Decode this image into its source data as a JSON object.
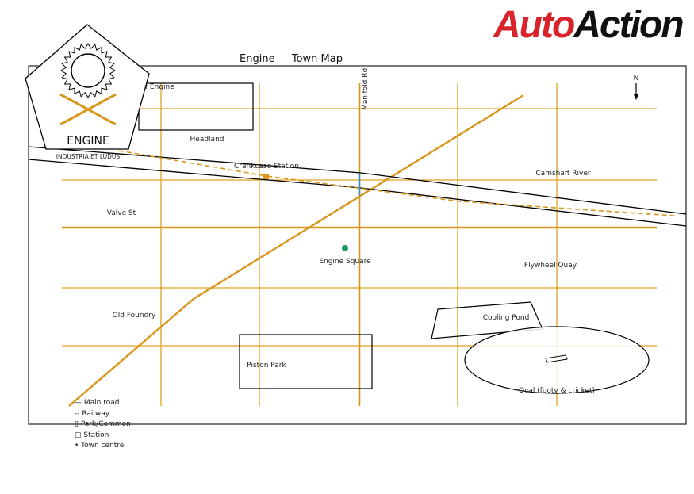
{
  "brand": {
    "name": "AutoAction",
    "part1": "Auto",
    "part2": "Action",
    "color_primary": "#d8232a",
    "color_secondary": "#111111"
  },
  "map": {
    "title": "Engine — Town Map",
    "north": "N",
    "colors": {
      "road": "#e0a020",
      "main_road": "#d9961c",
      "rail": "#d9961c",
      "river": "#000000",
      "bridge": "#2a8fd6",
      "centre": "#1a9a5a",
      "station": "#e0961c"
    },
    "labels": {
      "town_of_engine": "Town of Engine",
      "headland": "Headland",
      "crankcase_station": "Crankcase Station",
      "camshaft_river": "Camshaft River",
      "valve_st": "Valve St",
      "manifold_rd": "Manifold Rd",
      "engine_square": "Engine Square",
      "flywheel_quay": "Flywheel Quay",
      "old_foundry": "Old Foundry",
      "cooling_pond": "Cooling Pond",
      "piston_park": "Piston Park",
      "oval": "Oval (footy & cricket)"
    }
  },
  "crest": {
    "name": "ENGINE",
    "motto": "INDUSTRIA ET LUDUS",
    "sun_icon": "sun-gear-icon",
    "cross_icon": "crossed-tools-icon"
  },
  "legend": {
    "main_road": "— Main road",
    "railway": "-- Railway",
    "park": "▯ Park/Common",
    "station": "▢ Station",
    "centre": "• Town centre"
  }
}
